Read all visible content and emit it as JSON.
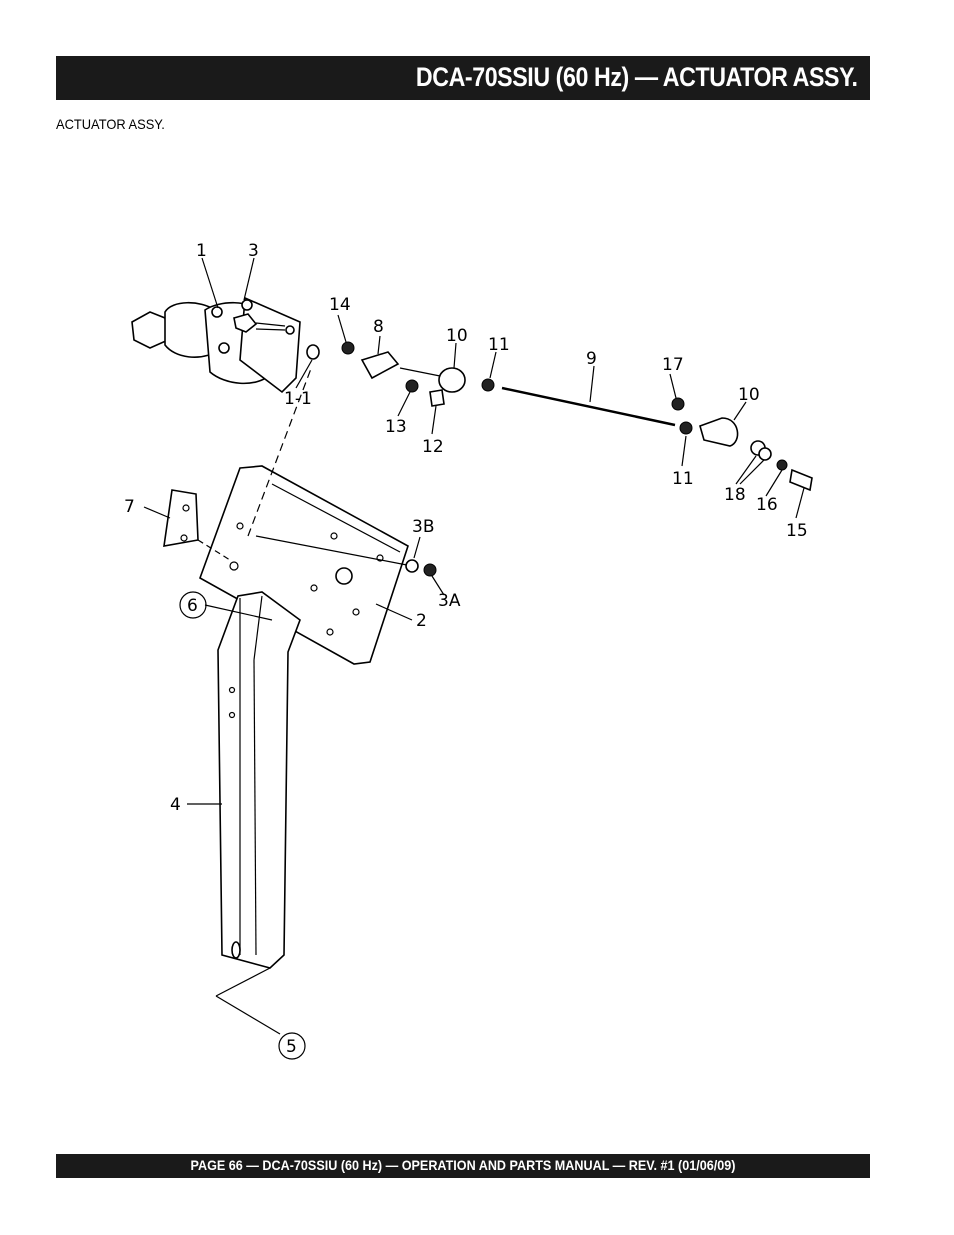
{
  "header": {
    "title": "DCA-70SSIU (60 Hz)  — ACTUATOR ASSY."
  },
  "section_label": "ACTUATOR ASSY.",
  "callouts": {
    "c1": "1",
    "c3": "3",
    "c14": "14",
    "c8": "8",
    "c10a": "10",
    "c11a": "11",
    "c9": "9",
    "c17": "17",
    "c10b": "10",
    "c1_1": "1-1",
    "c13": "13",
    "c12": "12",
    "c11b": "11",
    "c18": "18",
    "c16": "16",
    "c15": "15",
    "c7": "7",
    "c3B": "3B",
    "c3A": "3A",
    "c6": "6",
    "c2": "2",
    "c4": "4",
    "c5": "5"
  },
  "footer": {
    "text": "PAGE 66 — DCA-70SSIU (60 Hz)  —  OPERATION AND PARTS  MANUAL — REV. #1  (01/06/09)"
  }
}
